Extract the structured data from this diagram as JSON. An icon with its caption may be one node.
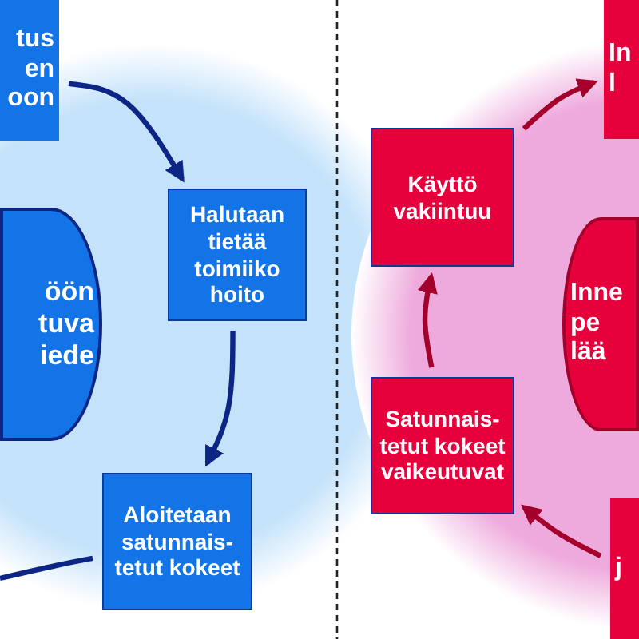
{
  "diagram": {
    "nodes": [
      {
        "text": [
          "tus en oon"
        ]
      },
      {
        "text": [
          "Halutaan tietää toimiiko hoito"
        ]
      },
      {
        "text": [
          "öön tuva iede"
        ]
      },
      {
        "text": [
          "Aloitetaan satunnais-tetut kokeet"
        ]
      },
      {
        "text": [
          "Käyttö vakiintuu"
        ]
      },
      {
        "text": [
          "In l"
        ]
      },
      {
        "text": [
          "Inne pe lää"
        ]
      },
      {
        "text": [
          "Satunnais-tetut kokeet vaikeutuvat"
        ]
      },
      {
        "text": [
          "j"
        ]
      }
    ],
    "edges": [
      {
        "from": 0,
        "to": 1,
        "arrow": "to",
        "color": "#0d2585"
      },
      {
        "from": 1,
        "to": 3,
        "arrow": "to",
        "color": "#0d2585"
      },
      {
        "from": 3,
        "to": null,
        "arrow": "none",
        "color": "#0d2585"
      },
      {
        "from": 8,
        "to": 7,
        "arrow": "to",
        "color": "#a3002c"
      },
      {
        "from": 7,
        "to": 4,
        "arrow": "to",
        "color": "#a3002c"
      },
      {
        "from": 4,
        "to": 5,
        "arrow": "to",
        "color": "#a3002c"
      }
    ]
  }
}
